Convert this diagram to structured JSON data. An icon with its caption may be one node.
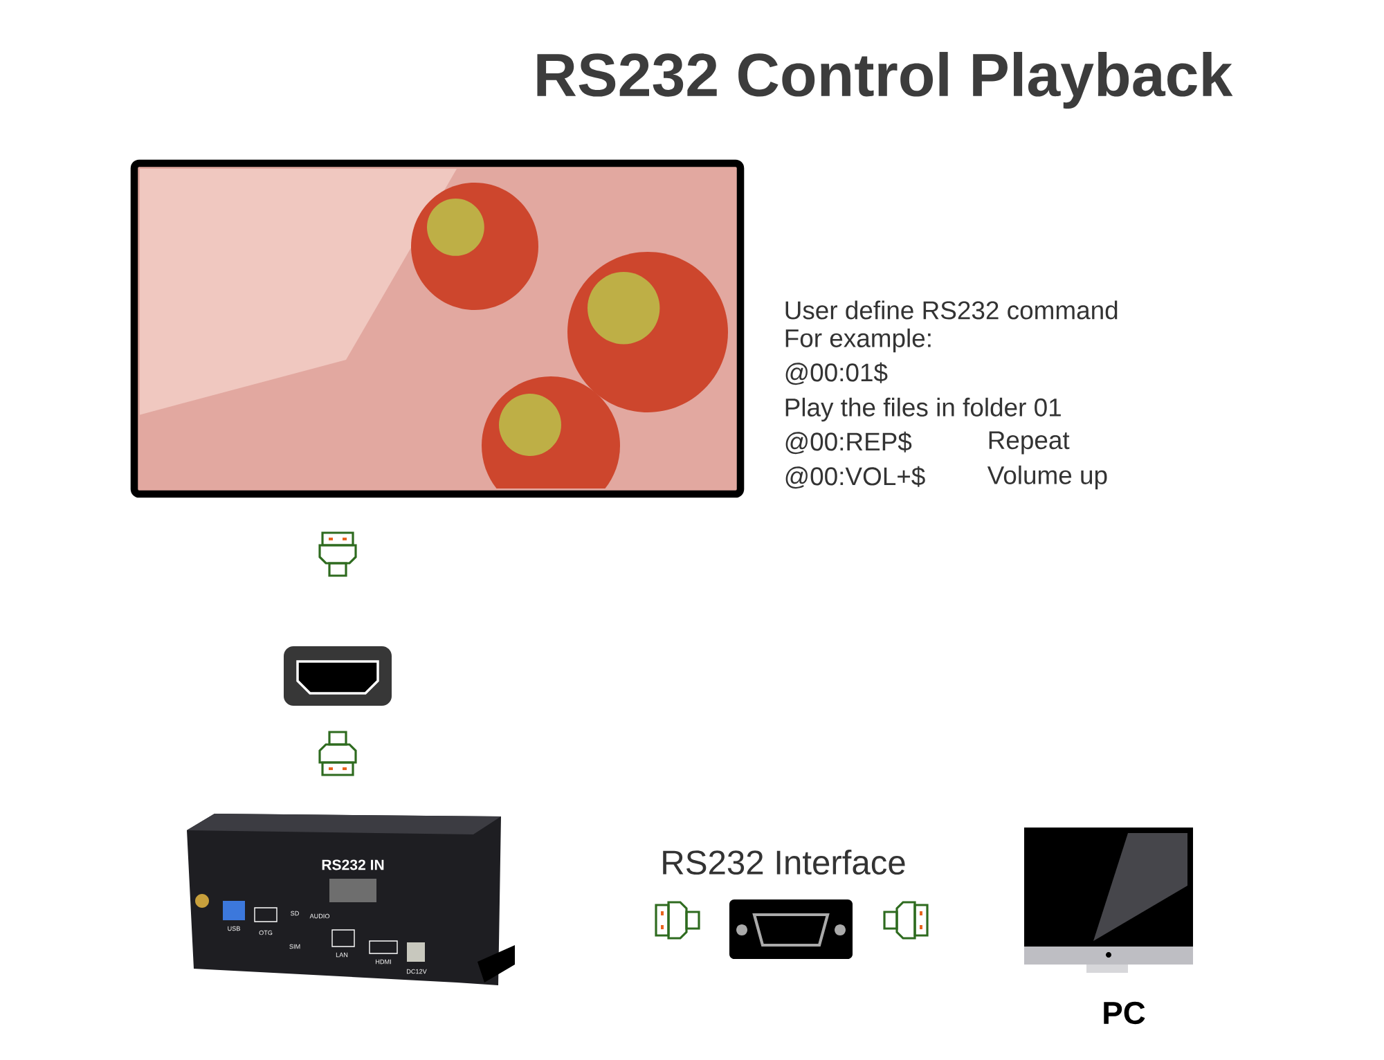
{
  "diagram": {
    "title": "RS232 Control Playback",
    "nodes": [
      {
        "text": [],
        "shape": "picture"
      },
      {
        "text": [],
        "shape": "picture"
      },
      {
        "text": [],
        "shape": "picture"
      },
      {
        "text": [],
        "shape": "picture",
        "beside": [
          "RS232 Interface"
        ]
      },
      {
        "text": [],
        "shape": "picture",
        "beside": [
          "PC"
        ]
      }
    ],
    "labels": [
      "User define RS232 command",
      "For example:",
      "@00:01$",
      "Play the files in folder 01",
      "@00:REP$",
      "Repeat",
      "@00:VOL+$",
      "Volume up",
      "RS232 IN",
      "USB",
      "OTG",
      "SD",
      "SIM",
      "AUDIO",
      "LAN",
      "HDMI",
      "DC12V"
    ]
  }
}
